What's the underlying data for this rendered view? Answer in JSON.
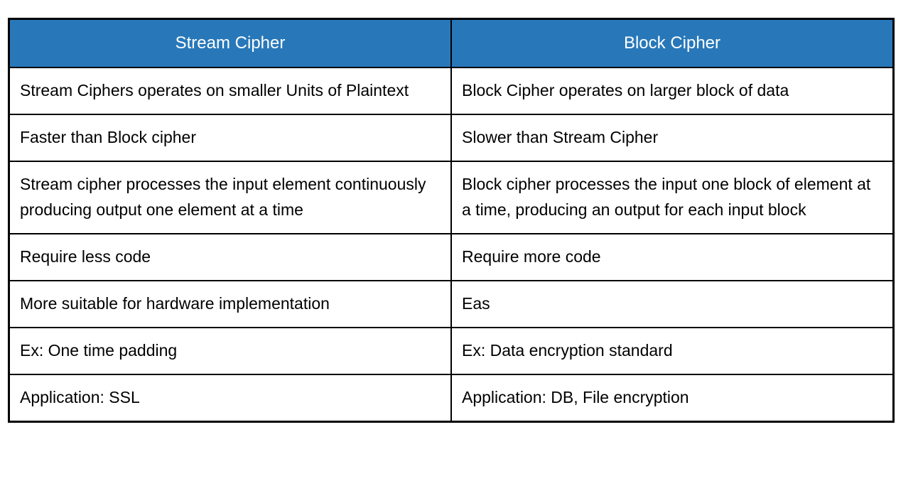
{
  "page": {
    "background_color": "#ffffff"
  },
  "table": {
    "style": {
      "header_background_color": "#2878b9",
      "header_text_color": "#ffffff",
      "body_text_color": "#000000",
      "border_color": "#000000"
    },
    "headers": [
      "Stream Cipher",
      "Block Cipher"
    ],
    "rows": [
      [
        "Stream Ciphers operates on smaller Units of Plaintext",
        "Block Cipher operates on larger block of data"
      ],
      [
        "Faster than Block cipher",
        "Slower than Stream Cipher"
      ],
      [
        "Stream cipher processes the input element continuously producing output one element at a time",
        "Block cipher processes the input one block of element at a time, producing an output for each input block"
      ],
      [
        "Require less code",
        "Require more code"
      ],
      [
        "More suitable for hardware implementation",
        "Eas"
      ],
      [
        "Ex: One time padding",
        "Ex: Data encryption standard"
      ],
      [
        "Application: SSL",
        "Application: DB, File encryption"
      ]
    ]
  }
}
